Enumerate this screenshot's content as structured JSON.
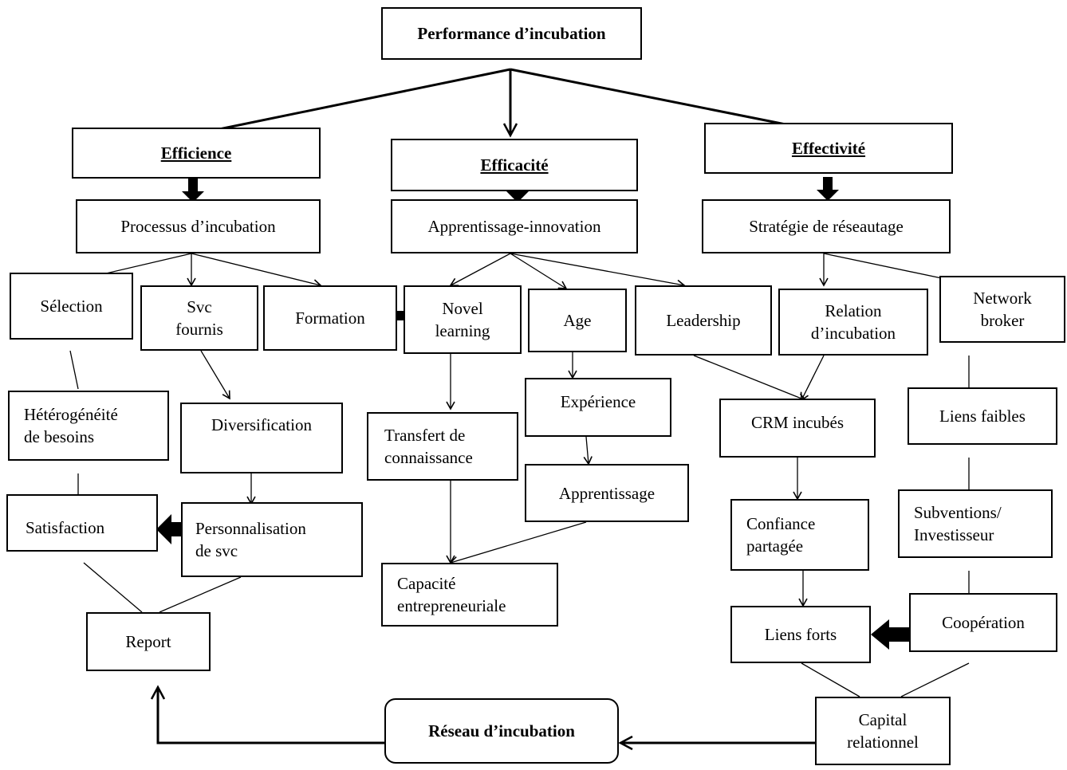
{
  "nodes": {
    "performance": "Performance d’incubation",
    "efficience": "Efficience",
    "efficacite": "Efficacité",
    "effectivite": "Effectivité",
    "processus": "Processus d’incubation",
    "apprentissage_innovation": "Apprentissage-innovation",
    "strategie": "Stratégie de réseautage",
    "selection": "Sélection",
    "svc_fournis": "Svc\nfournis",
    "formation": "Formation",
    "novel_learning": "Novel\nlearning",
    "age": "Age",
    "leadership": "Leadership",
    "relation_incubation": "Relation\nd’incubation",
    "network_broker": "Network\nbroker",
    "heterogeneite": "Hétérogénéité\nde besoins",
    "diversification": "Diversification",
    "transfert": "Transfert de\nconnaissance",
    "experience": "Expérience",
    "crm": "CRM incubés",
    "liens_faibles": "Liens faibles",
    "satisfaction": "Satisfaction",
    "personnalisation": "Personnalisation\nde svc",
    "apprentissage": "Apprentissage",
    "capacite": "Capacité\nentrepreneuriale",
    "confiance": "Confiance\npartagée",
    "subventions": "Subventions/\nInvestisseur",
    "report": "Report",
    "liens_forts": "Liens forts",
    "cooperation": "Coopération",
    "reseau": "Réseau d’incubation",
    "capital": "Capital\nrelationnel"
  }
}
